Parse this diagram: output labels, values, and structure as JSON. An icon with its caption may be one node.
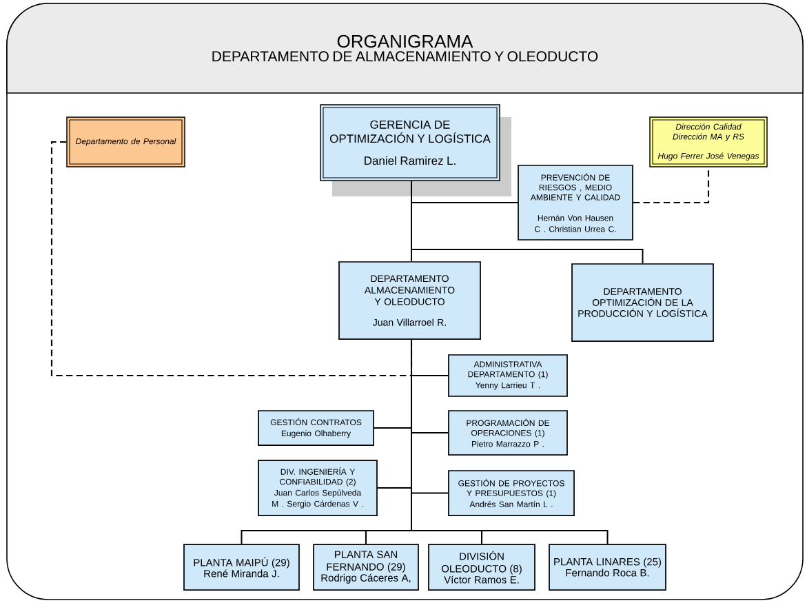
{
  "diagram": {
    "nodes": [
      {
        "text": [
          "ORGANIGRAMA",
          "DEPARTAMENTO DE ALMACENAMIENTO Y OLEODUCTO"
        ]
      },
      {
        "text": [
          "Departamento de Personal"
        ]
      },
      {
        "text": [
          "GERENCIA DE OPTIMIZACIÓN Y LOGÍSTICA",
          "Daniel Ramirez L."
        ]
      },
      {
        "text": [
          "Dirección Calidad Dirección MA y RS",
          "Hugo Ferrer José Venegas"
        ]
      },
      {
        "text": [
          "PREVENCIÓN DE RIESGOS , MEDIO AMBIENTE Y CALIDAD",
          "Hernán Von Hausen C . Christian Urrea C."
        ]
      },
      {
        "text": [
          "DEPARTAMENTO ALMACENAMIENTO Y OLEODUCTO",
          "Juan Villarroel R."
        ]
      },
      {
        "text": [
          "DEPARTAMENTO OPTIMIZACIÓN DE LA PRODUCCIÓN Y LOGÍSTICA"
        ]
      },
      {
        "text": [
          "ADMINISTRATIVA DEPARTAMENTO (1)",
          "Yenny Larrieu T ."
        ]
      },
      {
        "text": [
          "GESTIÓN CONTRATOS",
          "Eugenio Olhaberry"
        ]
      },
      {
        "text": [
          "PROGRAMACIÓN DE OPERACIONES (1)",
          "Pietro Marrazzo P ."
        ]
      },
      {
        "text": [
          "DIV. INGENIERÍA Y CONFIABILIDAD (2)",
          "Juan Carlos Sepúlveda M . Sergio Cárdenas V ."
        ]
      },
      {
        "text": [
          "GESTIÓN DE PROYECTOS Y PRESUPUESTOS (1)",
          "Andrés San Martín L ."
        ]
      },
      {
        "text": [
          "PLANTA MAIPÚ (29)",
          "René Miranda J."
        ]
      },
      {
        "text": [
          "PLANTA SAN FERNANDO (29)",
          "Rodrigo Cáceres A,"
        ]
      },
      {
        "text": [
          "DIVISIÓN OLEODUCTO (8)",
          "Víctor Ramos E."
        ]
      },
      {
        "text": [
          "PLANTA LINARES (25)",
          "Fernando Roca B."
        ]
      }
    ],
    "edges": [
      {
        "from": 2,
        "to": 4,
        "arrow": "none"
      },
      {
        "from": 4,
        "to": 3,
        "arrow": "none",
        "style": "dashed"
      },
      {
        "from": 2,
        "to": 5,
        "arrow": "none"
      },
      {
        "from": 2,
        "to": 6,
        "arrow": "none"
      },
      {
        "from": 1,
        "to": 5,
        "arrow": "none",
        "style": "dashed"
      },
      {
        "from": 5,
        "to": 7,
        "arrow": "none"
      },
      {
        "from": 5,
        "to": 8,
        "arrow": "none"
      },
      {
        "from": 5,
        "to": 9,
        "arrow": "none"
      },
      {
        "from": 5,
        "to": 10,
        "arrow": "none"
      },
      {
        "from": 5,
        "to": 11,
        "arrow": "none"
      },
      {
        "from": 5,
        "to": 12,
        "arrow": "none"
      },
      {
        "from": 5,
        "to": 13,
        "arrow": "none"
      },
      {
        "from": 5,
        "to": 14,
        "arrow": "none"
      },
      {
        "from": 5,
        "to": 15,
        "arrow": "none"
      }
    ]
  }
}
